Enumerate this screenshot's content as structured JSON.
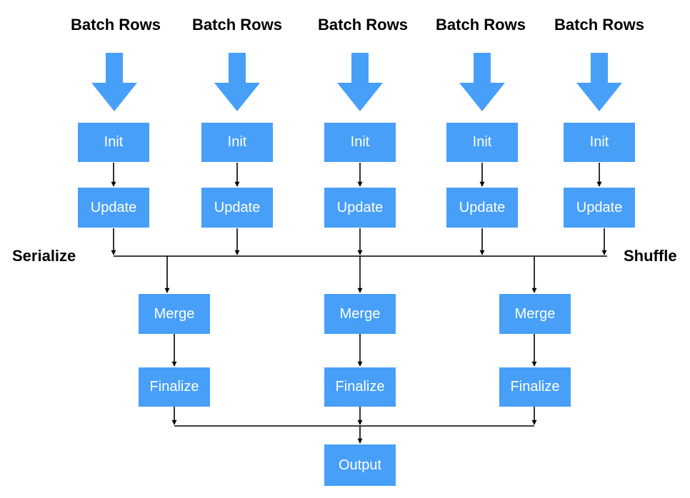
{
  "header_label": "Batch Rows",
  "serialize_label": "Serialize",
  "shuffle_label": "Shuffle",
  "init_label": "Init",
  "update_label": "Update",
  "merge_label": "Merge",
  "finalize_label": "Finalize",
  "output_label": "Output",
  "colors": {
    "box_fill": "#479ff8",
    "box_text": "#ffffff",
    "arrow_fill": "#479ff8",
    "line": "#000000"
  }
}
